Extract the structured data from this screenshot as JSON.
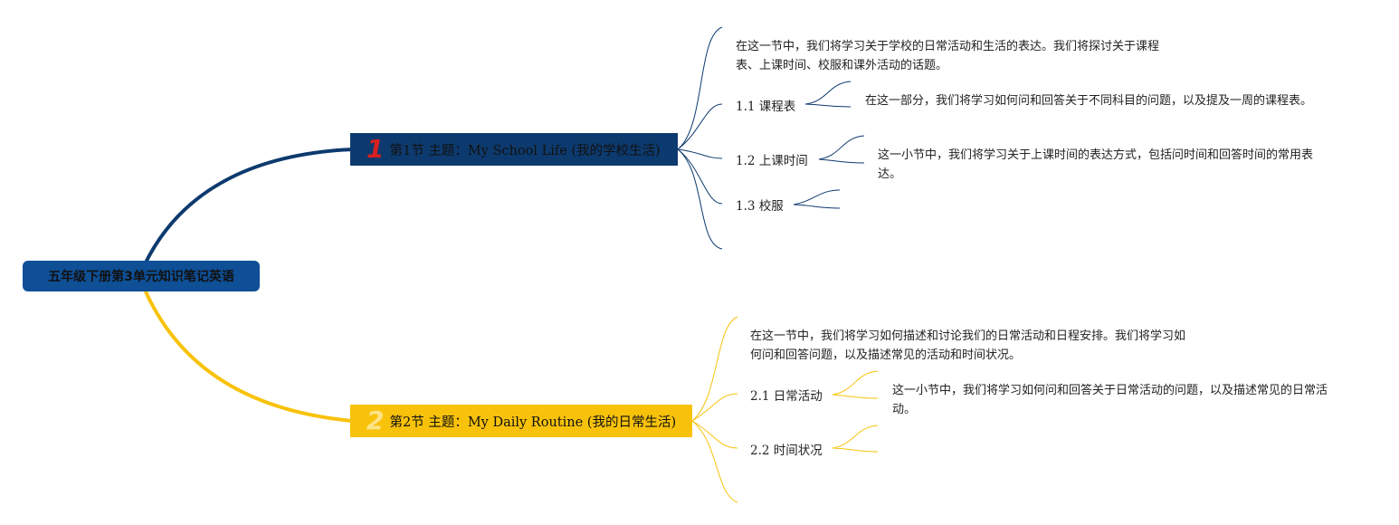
{
  "root": {
    "title": "五年级下册第3单元知识笔记英语"
  },
  "colors": {
    "root_fill": "#0e4f96",
    "section1_fill": "#0d3a6e",
    "section1_number": "#d6201f",
    "section2_fill": "#f8c20a",
    "section2_number": "#fde48a",
    "section1_line": "#0d3a6e",
    "section2_line": "#f8c20a"
  },
  "sections": [
    {
      "number": "1",
      "title": "第1节 主题：My School Life (我的学校生活)",
      "intro": "在这一节中，我们将学习关于学校的日常活动和生活的表达。我们将探讨关于课程表、上课时间、校服和课外活动的话题。",
      "subsections": [
        {
          "label": "1.1 课程表",
          "detail": "在这一部分，我们将学习如何问和回答关于不同科目的问题，以及提及一周的课程表。"
        },
        {
          "label": "1.2 上课时间",
          "detail": "这一小节中，我们将学习关于上课时间的表达方式，包括问时间和回答时间的常用表达。"
        },
        {
          "label": "1.3 校服",
          "detail": ""
        }
      ]
    },
    {
      "number": "2",
      "title": "第2节 主题：My Daily Routine (我的日常生活)",
      "intro": "在这一节中，我们将学习如何描述和讨论我们的日常活动和日程安排。我们将学习如何问和回答问题，以及描述常见的活动和时间状况。",
      "subsections": [
        {
          "label": "2.1 日常活动",
          "detail": "这一小节中，我们将学习如何问和回答关于日常活动的问题，以及描述常见的日常活动。"
        },
        {
          "label": "2.2 时间状况",
          "detail": ""
        }
      ]
    }
  ]
}
